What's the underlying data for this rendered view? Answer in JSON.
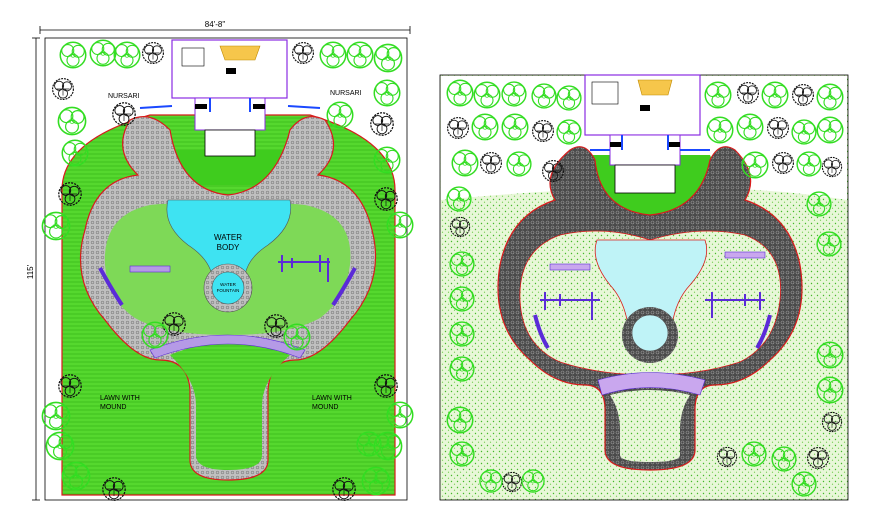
{
  "left_plan": {
    "width_dimension": "84'-8\"",
    "height_dimension": "115'",
    "labels": {
      "nursery_left": "NURSARI",
      "nursery_right": "NURSARI",
      "water_body_line1": "WATER",
      "water_body_line2": "BODY",
      "water_fountain_line1": "WATER",
      "water_fountain_line2": "FOUNTAIN",
      "lawn_left_line1": "LAWN WITH",
      "lawn_left_line2": "MOUND",
      "lawn_right_line1": "LAWN WITH",
      "lawn_right_line2": "MOUND"
    }
  },
  "colors": {
    "lawn": "#7ed957",
    "lawn_light": "#dff5c8",
    "path": "#a8a8a8",
    "path_dark": "#555555",
    "water": "#3ee3f2",
    "tree": "#33dd22",
    "tree_dark": "#111111",
    "border_red": "#d81c1c",
    "building": "#8a2be2",
    "pergola": "#b59ae6",
    "bench": "#5b2bd8"
  }
}
